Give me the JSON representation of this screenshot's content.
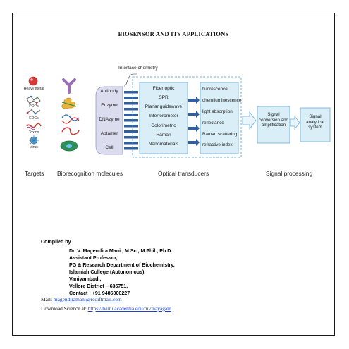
{
  "title": "BIOSENSOR AND ITS APPLICATIONS",
  "figure": {
    "interface_label": "Interface chemistry",
    "targets": [
      "Heavy metal",
      "POPs",
      "EDCs",
      "Toxins",
      "Virus"
    ],
    "recognition": [
      "Antibody",
      "Enzyme",
      "DNAzyme",
      "Aptamer",
      "Cell"
    ],
    "optical": [
      "Fiber optic",
      "SPR",
      "Planar guidewave",
      "Interferometer",
      "Colorimetric",
      "Raman",
      "Nanomaterials"
    ],
    "signals": [
      "fluorescence",
      "chemiluminescence",
      "light absorption",
      "reflectance",
      "Raman  scattering",
      "refractive index"
    ],
    "conversion": "Signal conversion and amplification",
    "analytical": "Signal analytical system",
    "bottom": {
      "targets": "Targets",
      "recog": "Biorecognition  molecules",
      "optical": "Optical transducers",
      "signal": "Signal processing"
    },
    "colors": {
      "box_fill": "#d9eef7",
      "box_border": "#6aaed6",
      "dashed": "#4a9bd0",
      "recog_fill": "#dcdcef",
      "bar": "#2f5f9e"
    }
  },
  "credits": {
    "compiled_by": "Compiled by",
    "name": "Dr. V. Magendira Mani., M.Sc., M.Phil., Ph.D.,",
    "position": "Assistant Professor,",
    "dept": "PG & Research Department of Biochemistry,",
    "college": "Islamiah College (Autonomous),",
    "town": "Vaniyambadi,",
    "district": "Vellore District – 635751,",
    "contact": "Contact : +91 9486000227",
    "mail_label": "Mail:",
    "mail": "magendiramani@rediffmail.com",
    "download_label": "Download Science at:",
    "download_url": "https://tvuni.academia.edu/mvinayagam"
  }
}
